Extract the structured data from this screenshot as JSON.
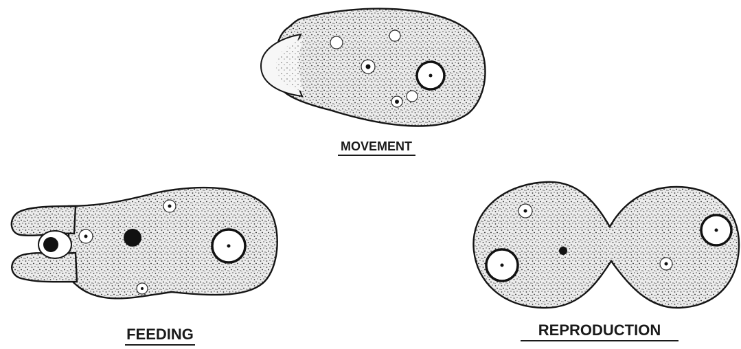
{
  "diagram": {
    "panels": [
      {
        "id": "movement",
        "label": "MOVEMENT"
      },
      {
        "id": "feeding",
        "label": "FEEDING"
      },
      {
        "id": "reproduction",
        "label": "REPRODUCTION"
      }
    ],
    "colors": {
      "ink": "#151515",
      "cytoplasm": "#e6e6e6",
      "background": "#ffffff"
    }
  }
}
